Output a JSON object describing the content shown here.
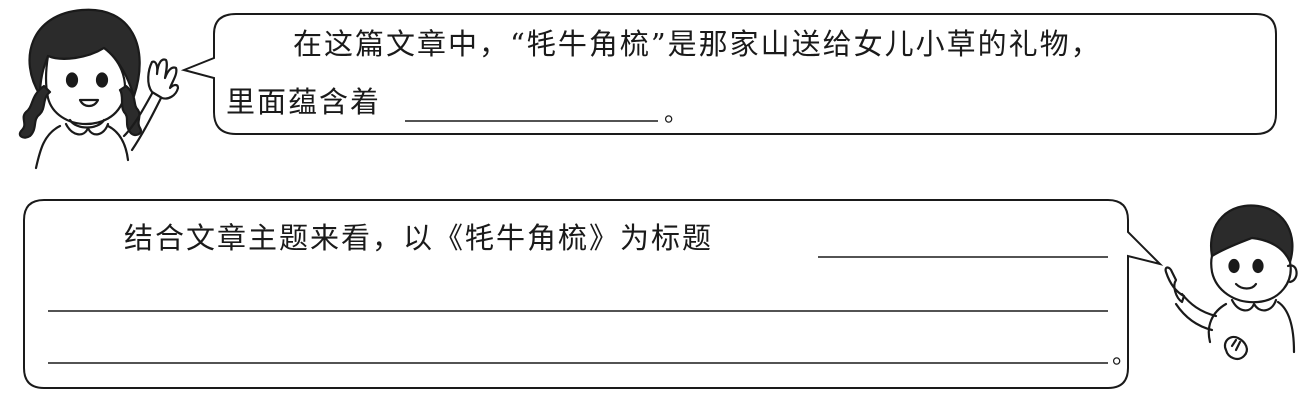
{
  "question_1": {
    "line_1": "在这篇文章中，“牦牛角梳”是那家山送给女儿小草的礼物，",
    "line_2": "里面蕴含着",
    "end_mark": "。"
  },
  "question_2": {
    "line_1": "结合文章主题来看，以《牦牛角梳》为标题",
    "end_mark": "。"
  }
}
